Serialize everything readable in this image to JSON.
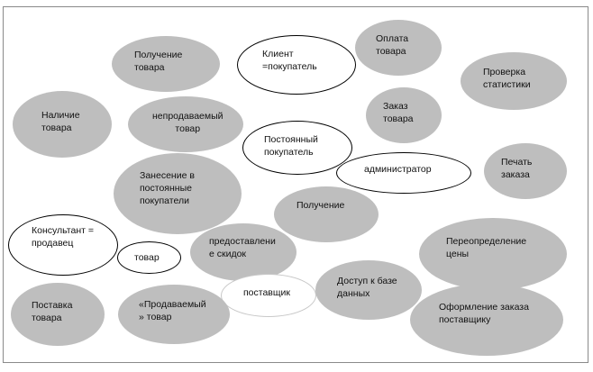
{
  "nodes": {
    "poluchenie_tovara": "Получение\nтовара",
    "klient_pokupatel": "Клиент\n=покупатель",
    "oplata_tovara": "Оплата\nтовара",
    "proverka_statistiki": "Проверка\nстатистики",
    "nalichie_tovara": "Наличие\nтовара",
    "neprodavaemyi_tovar": "непродаваемый\nтовар",
    "zakaz_tovara": "Заказ\nтовара",
    "postoyannyi_pokupatel": "Постоянный\nпокупатель",
    "administrator": "администратор",
    "pechat_zakaza": "Печать\nзаказа",
    "zanesenie": "Занесение в\nпостоянные\nпокупатели",
    "poluchenie": "Получение",
    "konsultant_prodavec": "Консультант =\nпродавец",
    "predostavlenie_skidok": "предоставлени\nе скидок",
    "tovar": "товар",
    "pereopredelenie_ceny": "Переопределение\nцены",
    "postavshchik": "поставщик",
    "dostup_k_baze": "Доступ к базе\nданных",
    "postavka_tovara": "Поставка\nтовара",
    "prodavaemyi_tovar": "«Продаваемый\n» товар",
    "oformlenie_zakaza": "Оформление заказа\nпоставщику"
  }
}
